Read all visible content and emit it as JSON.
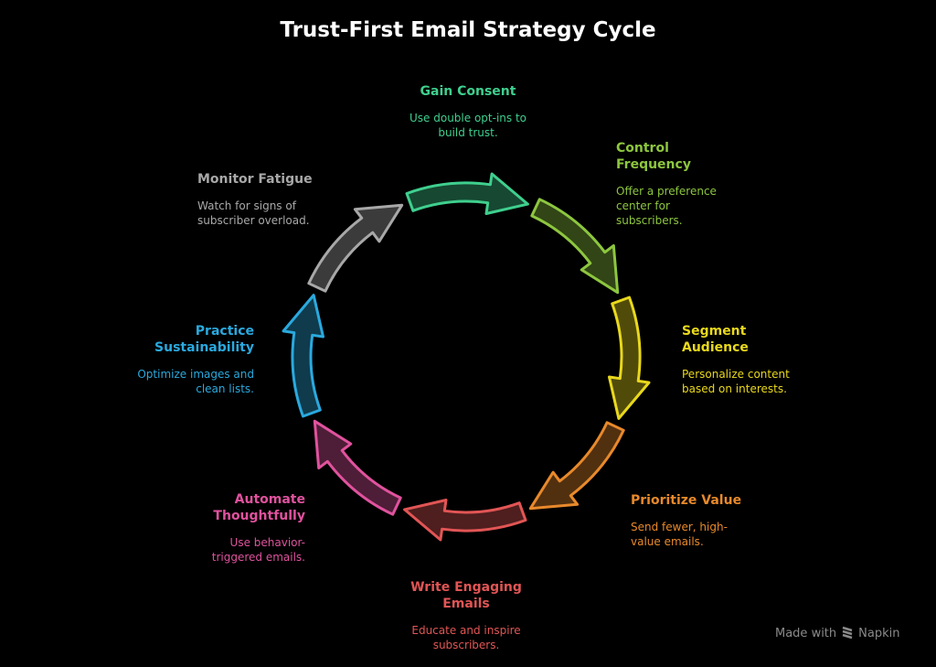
{
  "title": "Trust-First Email Strategy Cycle",
  "steps": [
    {
      "title": "Gain Consent",
      "desc": "Use double opt-ins to build trust.",
      "color": "#3fcf8e"
    },
    {
      "title": "Control Frequency",
      "desc": "Offer a preference center for subscribers.",
      "color": "#8dc63f"
    },
    {
      "title": "Segment Audience",
      "desc": "Personalize content based on interests.",
      "color": "#e9d81c"
    },
    {
      "title": "Prioritize Value",
      "desc": "Send fewer, high-value emails.",
      "color": "#e8892b"
    },
    {
      "title": "Write Engaging Emails",
      "desc": "Educate and inspire subscribers.",
      "color": "#e25555"
    },
    {
      "title": "Automate Thoughtfully",
      "desc": "Use behavior-triggered emails.",
      "color": "#e0529e"
    },
    {
      "title": "Practice Sustainability",
      "desc": "Optimize images and clean lists.",
      "color": "#2aa9de"
    },
    {
      "title": "Monitor Fatigue",
      "desc": "Watch for signs of subscriber overload.",
      "color": "#a8a8a8"
    }
  ],
  "credit": {
    "prefix": "Made with",
    "brand": "Napkin",
    "icon": "napkin-logo-icon"
  }
}
